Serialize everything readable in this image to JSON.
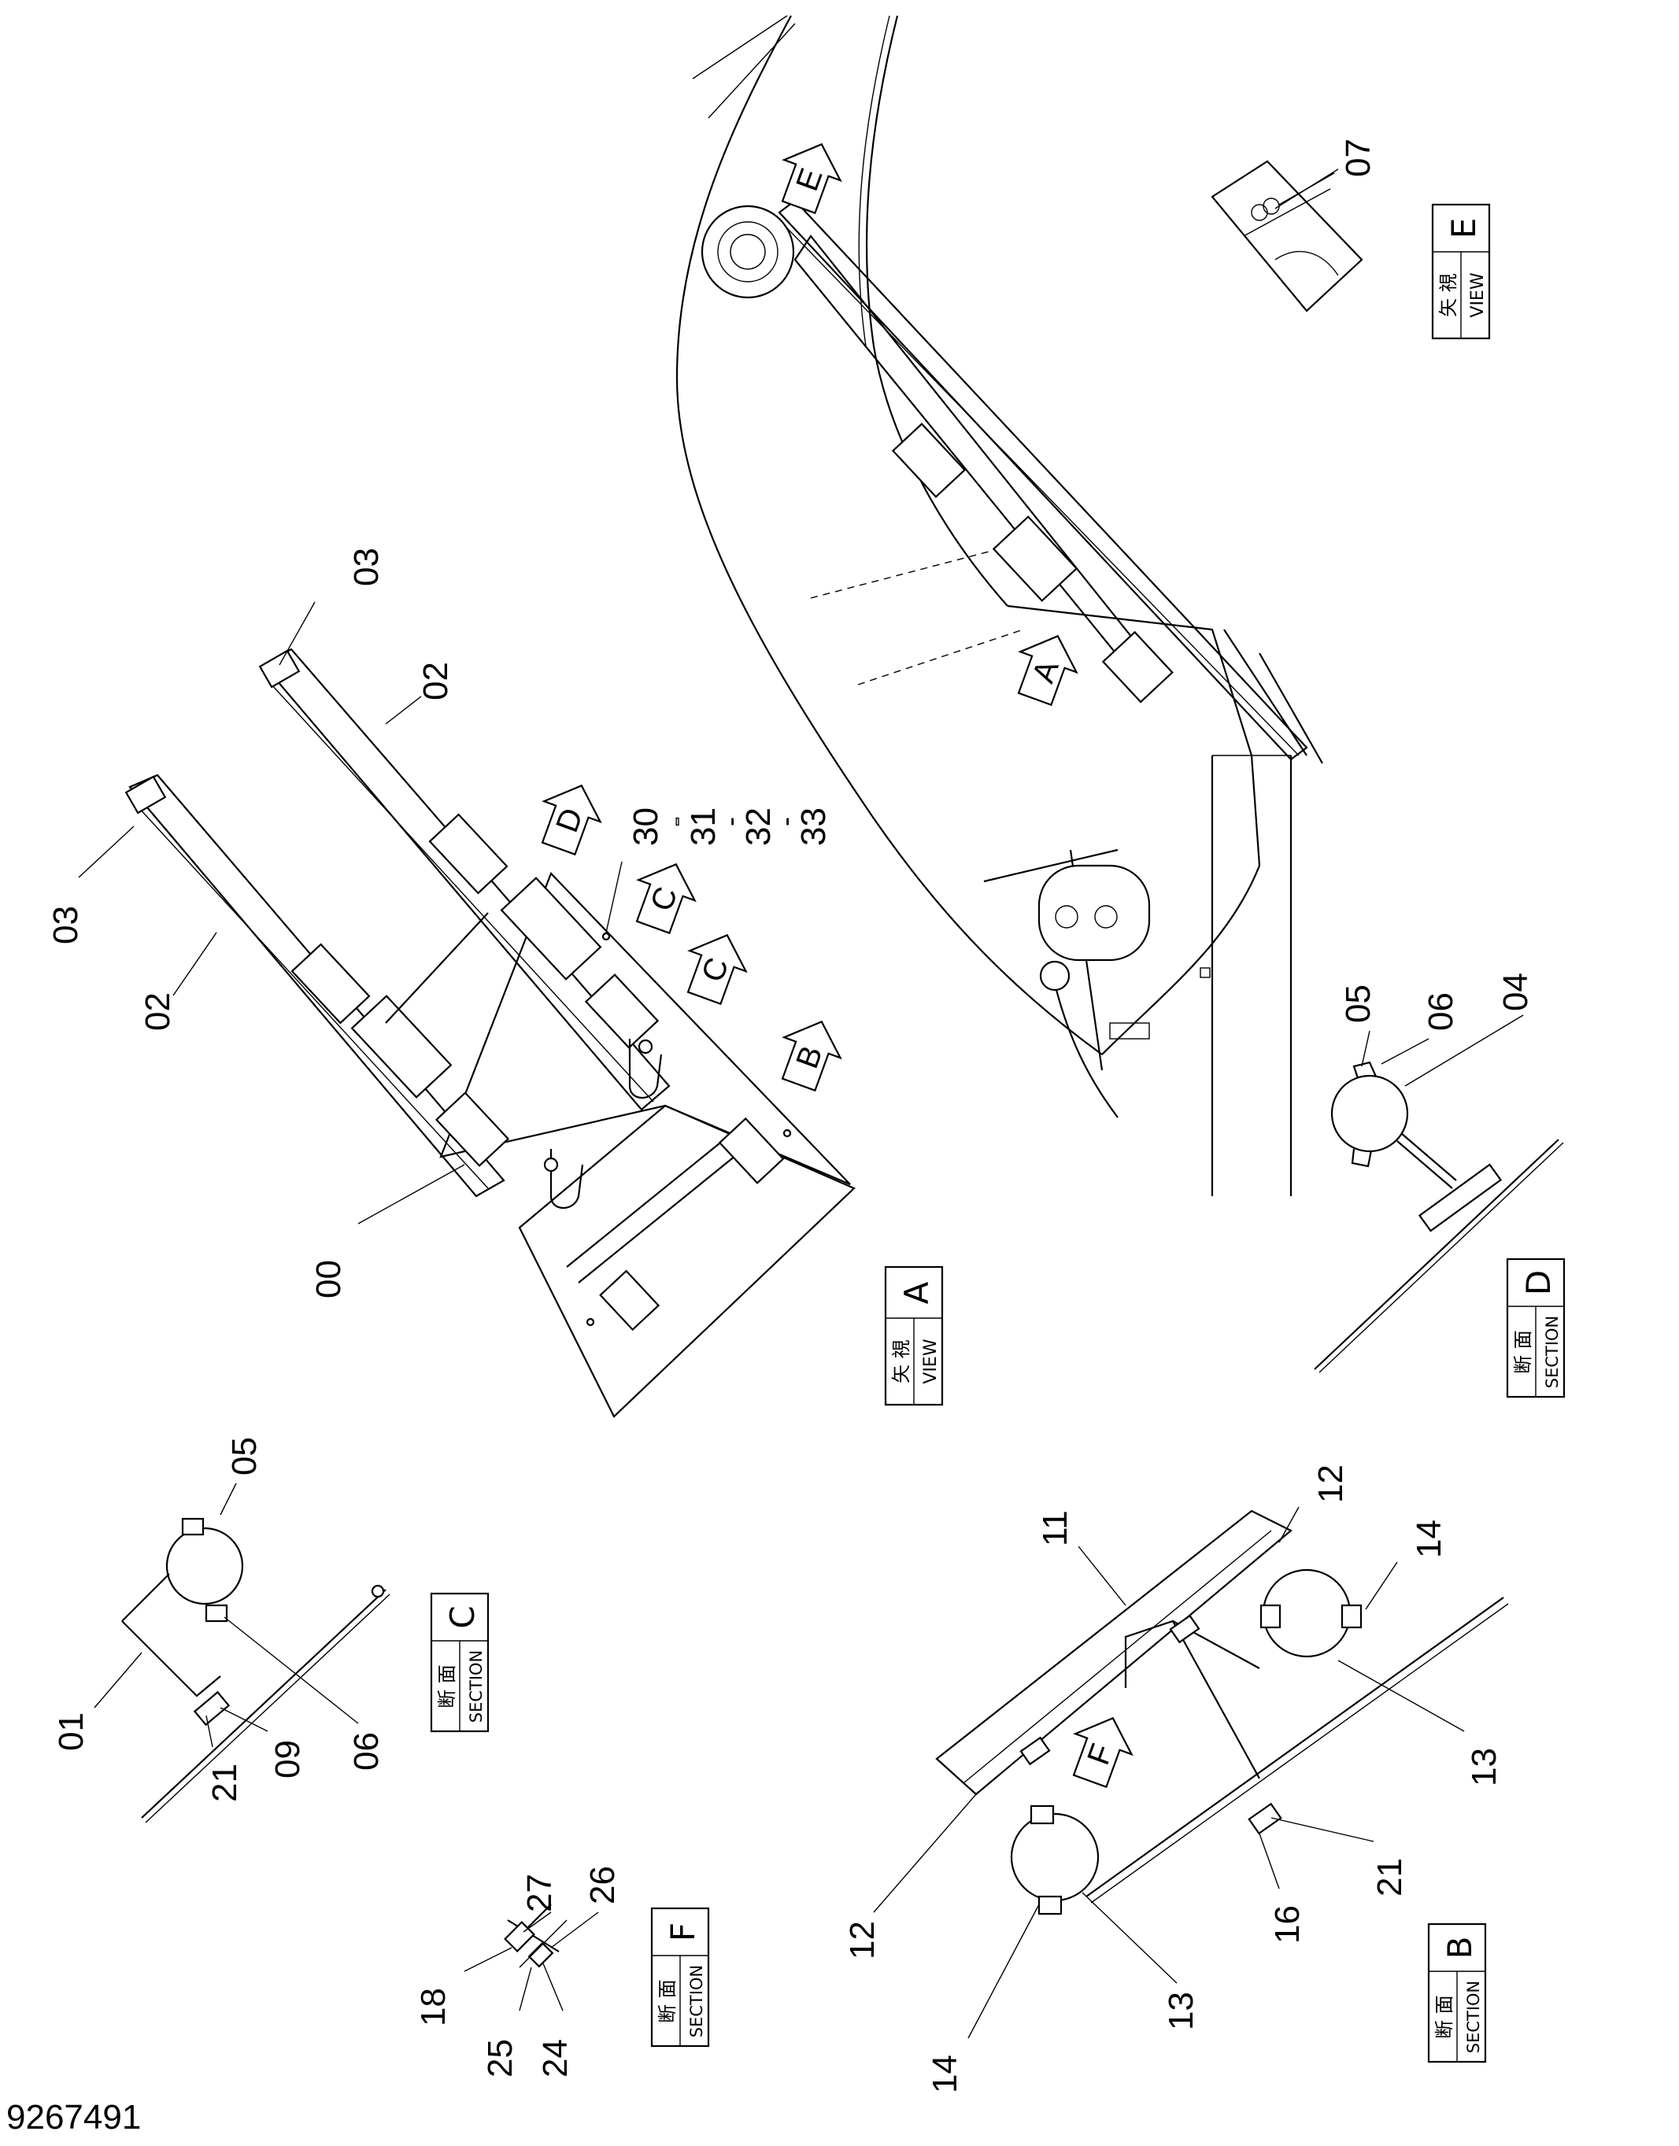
{
  "document_number": "9267491",
  "view_boxes": {
    "A": {
      "kanji": "矢 視",
      "english": "VIEW",
      "letter": "A"
    },
    "E": {
      "kanji": "矢 視",
      "english": "VIEW",
      "letter": "E"
    },
    "B": {
      "kanji": "断 面",
      "english": "SECTION",
      "letter": "B"
    },
    "C": {
      "kanji": "断 面",
      "english": "SECTION",
      "letter": "C"
    },
    "D": {
      "kanji": "断 面",
      "english": "SECTION",
      "letter": "D"
    },
    "F": {
      "kanji": "断 面",
      "english": "SECTION",
      "letter": "F"
    }
  },
  "view_arrows": {
    "A": "A",
    "B": "B",
    "C1": "C",
    "C2": "C",
    "D": "D",
    "E": "E",
    "F": "F"
  },
  "callouts": {
    "main_00": "00",
    "main_02_left": "02",
    "main_02_right": "02",
    "main_03_left": "03",
    "main_03_right": "03",
    "main_30": "30",
    "main_31": "31",
    "main_32": "32",
    "main_33": "33",
    "view_e_07": "07",
    "sec_d_05": "05",
    "sec_d_06": "06",
    "sec_d_04": "04",
    "sec_c_05": "05",
    "sec_c_01": "01",
    "sec_c_06": "06",
    "sec_c_09": "09",
    "sec_c_21": "21",
    "sec_b_11": "11",
    "sec_b_12_top": "12",
    "sec_b_14_right": "14",
    "sec_b_13_right": "13",
    "sec_b_21": "21",
    "sec_b_16": "16",
    "sec_b_12_left": "12",
    "sec_b_14_left": "14",
    "sec_b_13_left": "13",
    "sec_f_27": "27",
    "sec_f_26": "26",
    "sec_f_18": "18",
    "sec_f_25": "25",
    "sec_f_24": "24"
  }
}
